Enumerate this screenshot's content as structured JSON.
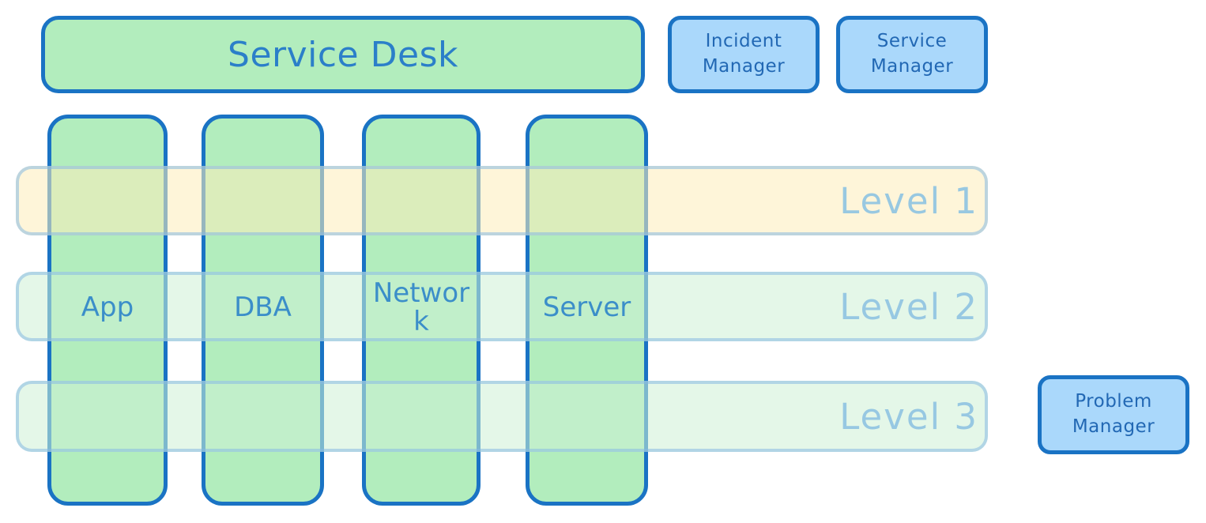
{
  "diagram": {
    "title": "Service Desk",
    "header": {
      "service_desk_label": "Service Desk"
    },
    "roles": [
      {
        "id": "incident-manager",
        "label": "Incident\nManager"
      },
      {
        "id": "service-manager",
        "label": "Service\nManager"
      },
      {
        "id": "problem-manager",
        "label": "Problem\nManager"
      }
    ],
    "support_levels": [
      {
        "id": "level-1",
        "label": "Level 1",
        "color": "#fdecba"
      },
      {
        "id": "level-2",
        "label": "Level 2",
        "color": "#cef0d6"
      },
      {
        "id": "level-3",
        "label": "Level 3",
        "color": "#cef0d6"
      }
    ],
    "teams": [
      {
        "id": "app",
        "label": "App"
      },
      {
        "id": "dba",
        "label": "DBA"
      },
      {
        "id": "network",
        "label": "Network"
      },
      {
        "id": "server",
        "label": "Server"
      }
    ],
    "colors": {
      "team_fill": "#b2edbd",
      "team_border": "#1a73c4",
      "role_fill": "#aad8fb",
      "role_border": "#1a73c4",
      "text_blue": "#2b7fc9",
      "band_text": "#92c5e2",
      "band_border": "#86bae2",
      "level1_fill": "#fdecba",
      "level23_fill": "#cef0d6"
    }
  }
}
